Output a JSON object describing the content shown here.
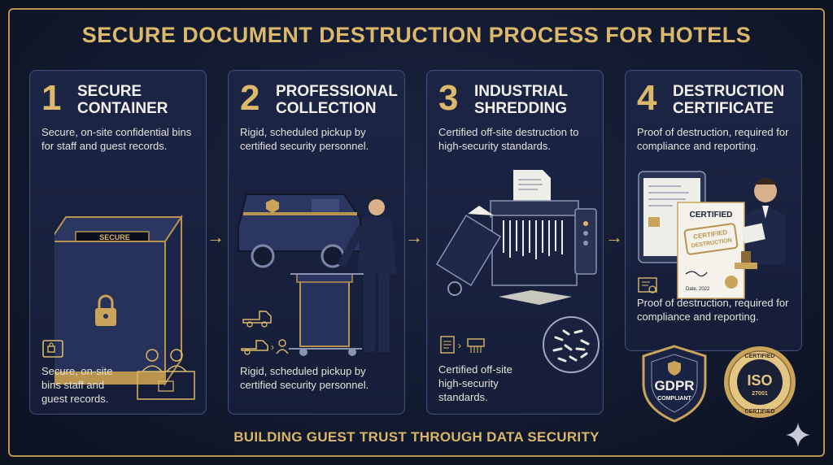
{
  "title": "Secure Document Destruction Process for Hotels",
  "footer": "BUILDING GUEST TRUST THROUGH DATA SECURITY",
  "steps": [
    {
      "number": "1",
      "heading": "Secure\nContainer",
      "description": "Secure, on-site confidential bins for staff and guest records.",
      "note": "Secure, on-site bins staff and guest records.",
      "bin_label": "SECURE"
    },
    {
      "number": "2",
      "heading": "Professional\nCollection",
      "description": "Rigid, scheduled pickup by certified security personnel.",
      "note": "Rigid, scheduled pickup by certified security personnel."
    },
    {
      "number": "3",
      "heading": "Industrial\nShredding",
      "description": "Certified off-site destruction to high-security standards.",
      "note": "Certified off-site high-security standards."
    },
    {
      "number": "4",
      "heading": "Destruction\nCertificate",
      "description": "Proof of destruction, required for compliance and reporting.",
      "note": "Proof of destruction, required for compliance and reporting.",
      "certificate_title": "CERTIFIED",
      "stamp_line1": "CERTIFIED",
      "stamp_line2": "DESTRUCTION",
      "certificate_date": "Date, 2022"
    }
  ],
  "badges": {
    "gdpr_title": "GDPR",
    "gdpr_sub": "COMPLIANT",
    "iso_top": "CERTIFIED",
    "iso_title": "ISO",
    "iso_number": "27001",
    "iso_bottom": "CERTIFIED"
  },
  "colors": {
    "gold": "#dcb86a",
    "navy": "#151d38",
    "card_border": "#3e4d78"
  }
}
